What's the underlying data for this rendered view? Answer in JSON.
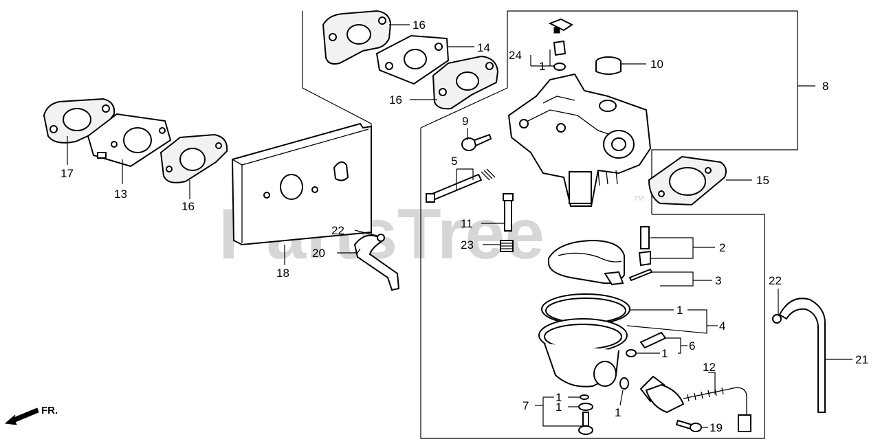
{
  "watermark": {
    "text": "PartsTree",
    "trademark": "TM"
  },
  "orientation": {
    "text": "FR."
  },
  "callouts": [
    {
      "id": "c16a",
      "text": "16"
    },
    {
      "id": "c14",
      "text": "14"
    },
    {
      "id": "c16b",
      "text": "16"
    },
    {
      "id": "c24",
      "text": "24"
    },
    {
      "id": "c1a",
      "text": "1"
    },
    {
      "id": "c10",
      "text": "10"
    },
    {
      "id": "c8",
      "text": "8"
    },
    {
      "id": "c9",
      "text": "9"
    },
    {
      "id": "c5",
      "text": "5"
    },
    {
      "id": "c17",
      "text": "17"
    },
    {
      "id": "c13",
      "text": "13"
    },
    {
      "id": "c16c",
      "text": "16"
    },
    {
      "id": "c15",
      "text": "15"
    },
    {
      "id": "c11",
      "text": "11"
    },
    {
      "id": "c23",
      "text": "23"
    },
    {
      "id": "c22a",
      "text": "22"
    },
    {
      "id": "c20",
      "text": "20"
    },
    {
      "id": "c18",
      "text": "18"
    },
    {
      "id": "c2",
      "text": "2"
    },
    {
      "id": "c3",
      "text": "3"
    },
    {
      "id": "c1b",
      "text": "1"
    },
    {
      "id": "c4",
      "text": "4"
    },
    {
      "id": "c6",
      "text": "6"
    },
    {
      "id": "c1c",
      "text": "1"
    },
    {
      "id": "c22b",
      "text": "22"
    },
    {
      "id": "c21",
      "text": "21"
    },
    {
      "id": "c12",
      "text": "12"
    },
    {
      "id": "c7",
      "text": "7"
    },
    {
      "id": "c1d",
      "text": "1"
    },
    {
      "id": "c1e",
      "text": "1"
    },
    {
      "id": "c1f",
      "text": "1"
    },
    {
      "id": "c19",
      "text": "19"
    }
  ]
}
